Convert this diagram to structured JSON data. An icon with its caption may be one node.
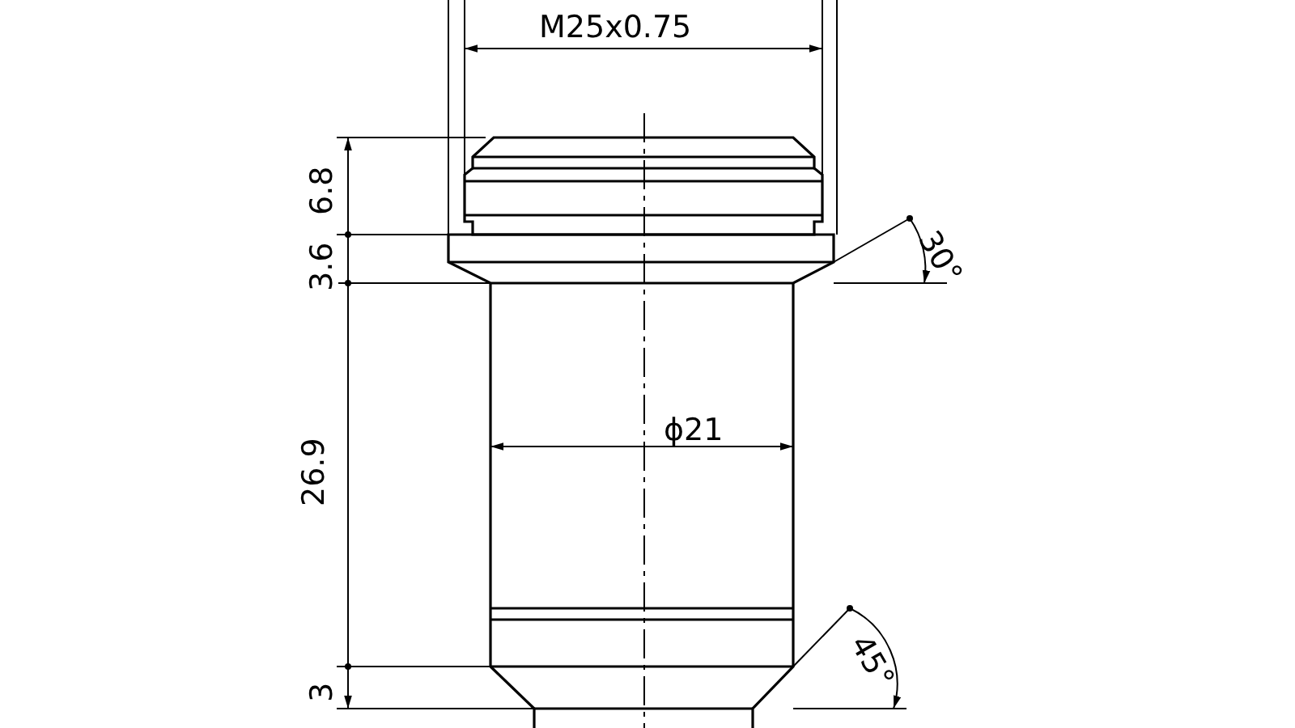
{
  "diagram": {
    "labels": [
      "M25x0.75",
      "6.8",
      "30°",
      "3.6",
      "ϕ21",
      "26.9",
      "45°",
      "3"
    ]
  }
}
